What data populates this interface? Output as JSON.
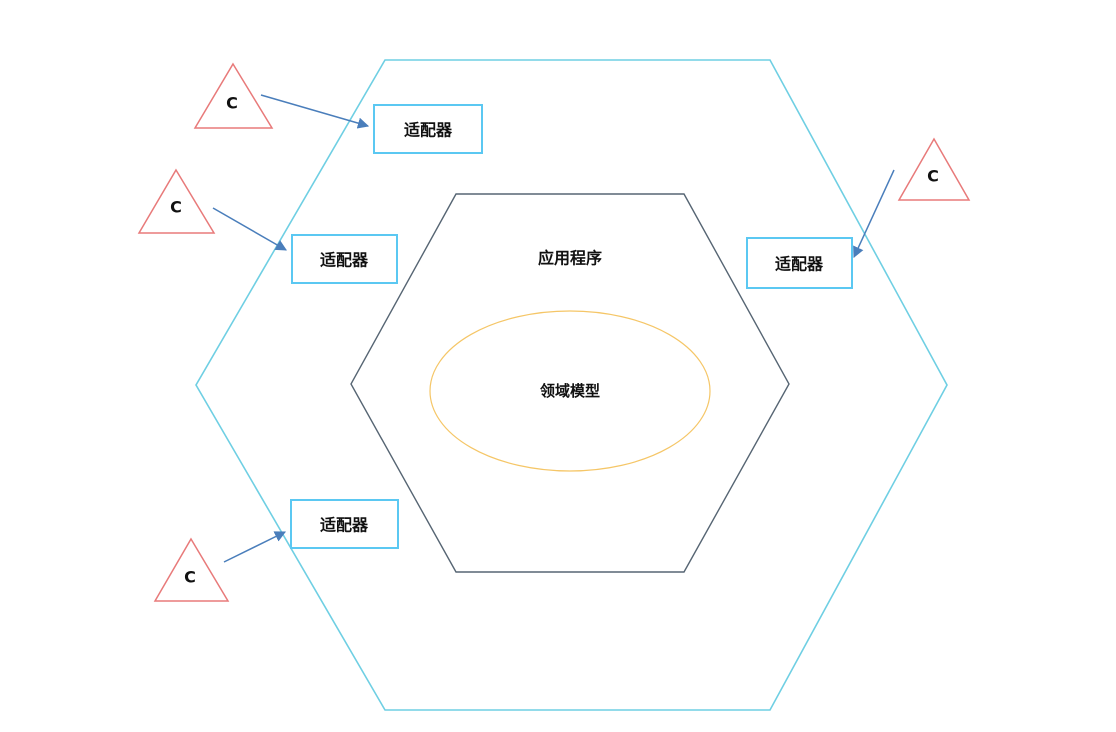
{
  "diagram": {
    "type": "hexagonal-architecture",
    "inner_hexagon_label": "应用程序",
    "ellipse_label": "领域模型",
    "adapters": [
      {
        "id": "adapter-top-left",
        "label": "适配器"
      },
      {
        "id": "adapter-left-middle",
        "label": "适配器"
      },
      {
        "id": "adapter-right",
        "label": "适配器"
      },
      {
        "id": "adapter-bottom-left",
        "label": "适配器"
      }
    ],
    "clients": [
      {
        "id": "client-top-left",
        "label": "C"
      },
      {
        "id": "client-left-middle",
        "label": "C"
      },
      {
        "id": "client-right",
        "label": "C"
      },
      {
        "id": "client-bottom-left",
        "label": "C"
      }
    ],
    "colors": {
      "outer_hexagon_stroke": "#6FCFE3",
      "inner_hexagon_stroke": "#566573",
      "ellipse_stroke": "#F5C667",
      "adapter_border": "#5BC8F2",
      "client_triangle_stroke": "#E87A7A",
      "arrow": "#4A7EBB",
      "text": "#111111",
      "background": "#FFFFFF"
    }
  }
}
